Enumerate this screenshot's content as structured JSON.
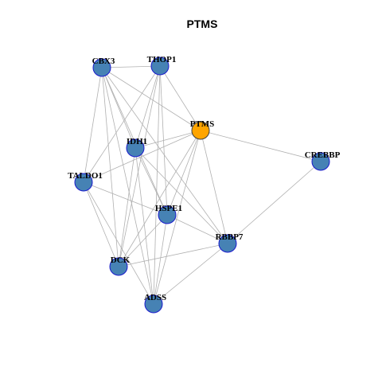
{
  "title": "PTMS",
  "colors": {
    "default_node_fill": "#4682B4",
    "default_node_stroke": "#1A1ACD",
    "center_node_fill": "#FFA500",
    "center_node_stroke": "#404040",
    "edge": "#B0B0B0"
  },
  "nodes": [
    {
      "id": "CBX3",
      "label": "CBX3",
      "center": false
    },
    {
      "id": "THOP1",
      "label": "THOP1",
      "center": false
    },
    {
      "id": "PTMS",
      "label": "PTMS",
      "center": true
    },
    {
      "id": "IDH1",
      "label": "IDH1",
      "center": false
    },
    {
      "id": "CREBBP",
      "label": "CREBBP",
      "center": false
    },
    {
      "id": "TALDO1",
      "label": "TALDO1",
      "center": false
    },
    {
      "id": "HSPE1",
      "label": "HSPE1",
      "center": false
    },
    {
      "id": "RBBP7",
      "label": "RBBP7",
      "center": false
    },
    {
      "id": "DCK",
      "label": "DCK",
      "center": false
    },
    {
      "id": "ADSS",
      "label": "ADSS",
      "center": false
    }
  ],
  "edges": [
    [
      "CBX3",
      "THOP1"
    ],
    [
      "CBX3",
      "PTMS"
    ],
    [
      "CBX3",
      "IDH1"
    ],
    [
      "CBX3",
      "TALDO1"
    ],
    [
      "CBX3",
      "HSPE1"
    ],
    [
      "CBX3",
      "RBBP7"
    ],
    [
      "CBX3",
      "DCK"
    ],
    [
      "CBX3",
      "ADSS"
    ],
    [
      "THOP1",
      "PTMS"
    ],
    [
      "THOP1",
      "IDH1"
    ],
    [
      "THOP1",
      "TALDO1"
    ],
    [
      "THOP1",
      "HSPE1"
    ],
    [
      "THOP1",
      "DCK"
    ],
    [
      "THOP1",
      "ADSS"
    ],
    [
      "PTMS",
      "IDH1"
    ],
    [
      "PTMS",
      "CREBBP"
    ],
    [
      "PTMS",
      "TALDO1"
    ],
    [
      "PTMS",
      "HSPE1"
    ],
    [
      "PTMS",
      "RBBP7"
    ],
    [
      "PTMS",
      "DCK"
    ],
    [
      "PTMS",
      "ADSS"
    ],
    [
      "IDH1",
      "HSPE1"
    ],
    [
      "IDH1",
      "RBBP7"
    ],
    [
      "IDH1",
      "DCK"
    ],
    [
      "IDH1",
      "ADSS"
    ],
    [
      "CREBBP",
      "RBBP7"
    ],
    [
      "TALDO1",
      "HSPE1"
    ],
    [
      "TALDO1",
      "DCK"
    ],
    [
      "TALDO1",
      "ADSS"
    ],
    [
      "HSPE1",
      "RBBP7"
    ],
    [
      "HSPE1",
      "DCK"
    ],
    [
      "HSPE1",
      "ADSS"
    ],
    [
      "RBBP7",
      "DCK"
    ],
    [
      "RBBP7",
      "ADSS"
    ]
  ]
}
